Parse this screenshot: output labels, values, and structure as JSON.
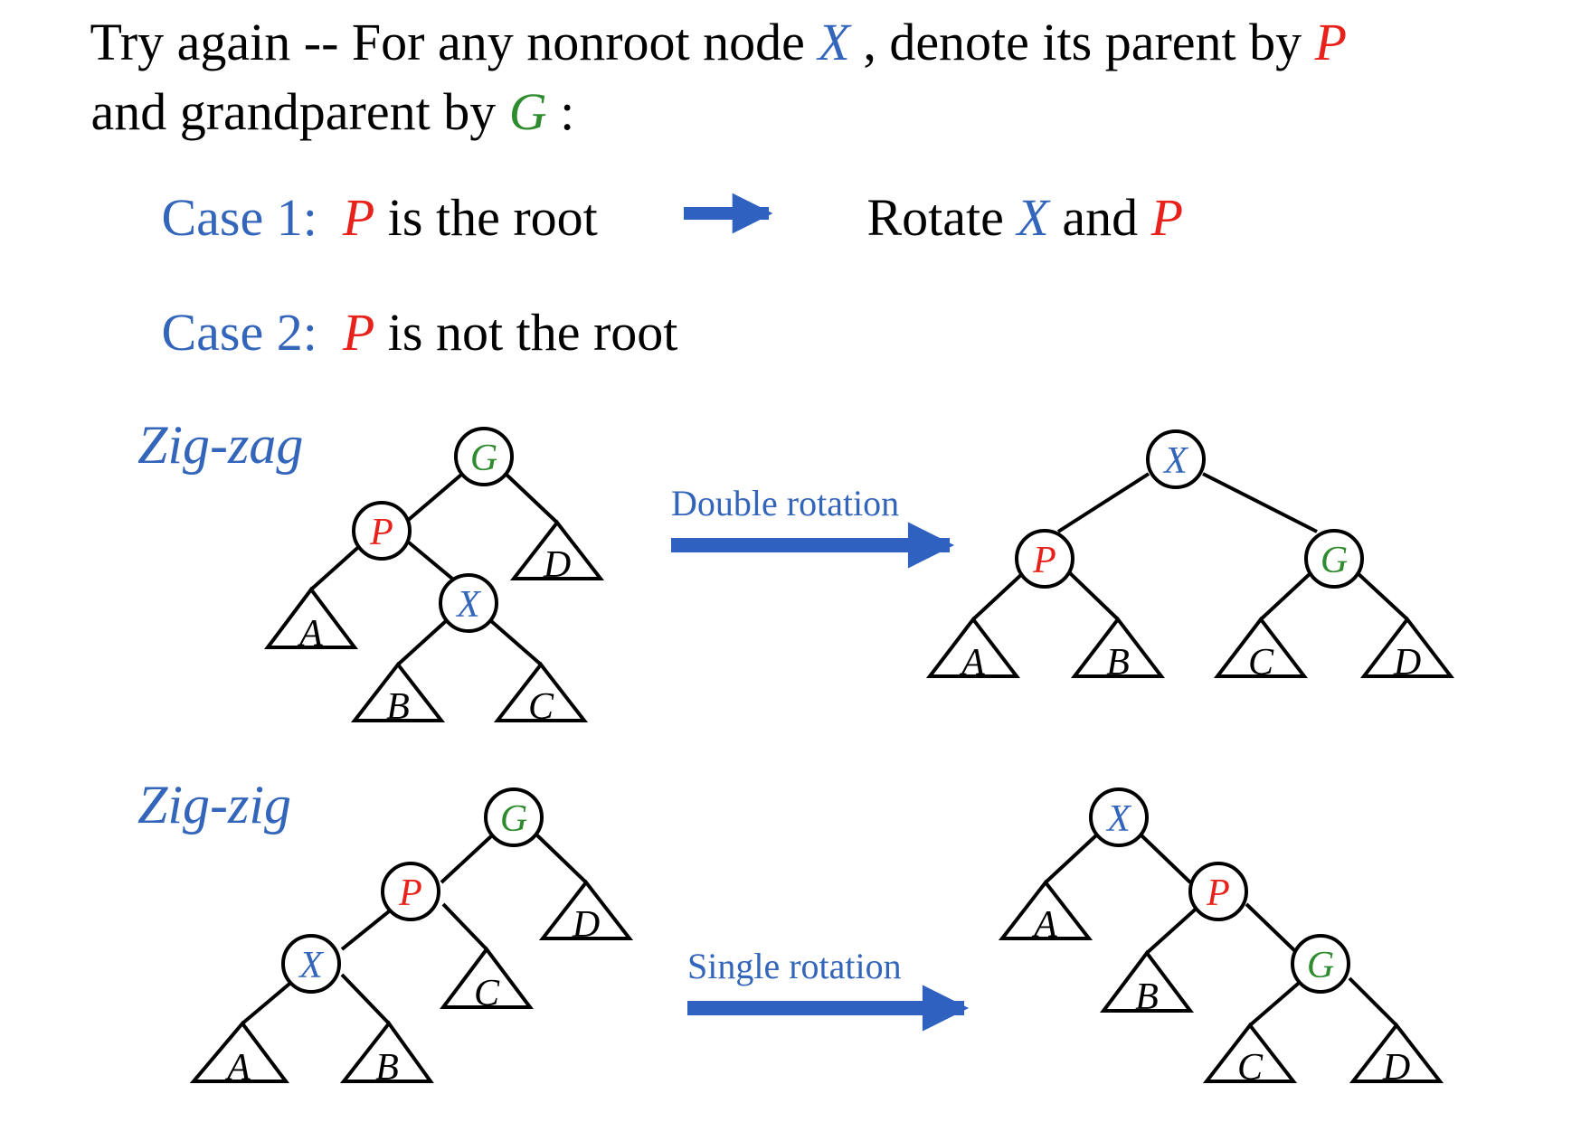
{
  "colors": {
    "text": "#000000",
    "blue": "#3366bb",
    "red": "#e8221b",
    "green": "#2e8b2e",
    "arrow": "#2f62c0"
  },
  "header": {
    "line1_a": "Try again -- For any nonroot node ",
    "line1_x": "X",
    "line1_b": " , denote its parent by ",
    "line1_p": "P",
    "line2_a": "and grandparent by ",
    "line2_g": "G",
    "line2_b": " :"
  },
  "case1": {
    "label": "Case 1:",
    "p": "P",
    "text": " is the root",
    "result_a": "Rotate ",
    "result_x": "X",
    "result_b": " and ",
    "result_p": "P"
  },
  "case2": {
    "label": "Case 2:",
    "p": "P",
    "text": " is not the root"
  },
  "zigzag": {
    "title": "Zig-zag",
    "arrow_label": "Double rotation"
  },
  "zigzig": {
    "title": "Zig-zig",
    "arrow_label": "Single rotation"
  },
  "nodes": {
    "x": "X",
    "p": "P",
    "g": "G"
  },
  "subtrees": {
    "a": "A",
    "b": "B",
    "c": "C",
    "d": "D"
  }
}
